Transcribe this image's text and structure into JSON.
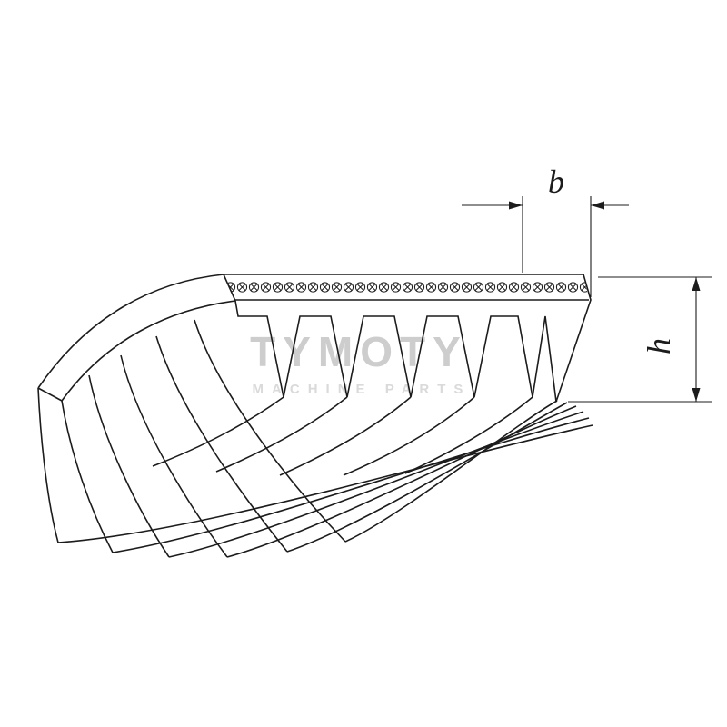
{
  "diagram": {
    "watermark": {
      "title": "TYMOTY",
      "subtitle": "MACHINE PARTS"
    },
    "dimensions": {
      "rib_pitch_label": "b",
      "belt_height_label": "h"
    },
    "colors": {
      "background": "#ffffff",
      "line": "#1c1c1c",
      "watermark_primary": "#cdcdcd",
      "watermark_secondary": "#dadada"
    }
  }
}
